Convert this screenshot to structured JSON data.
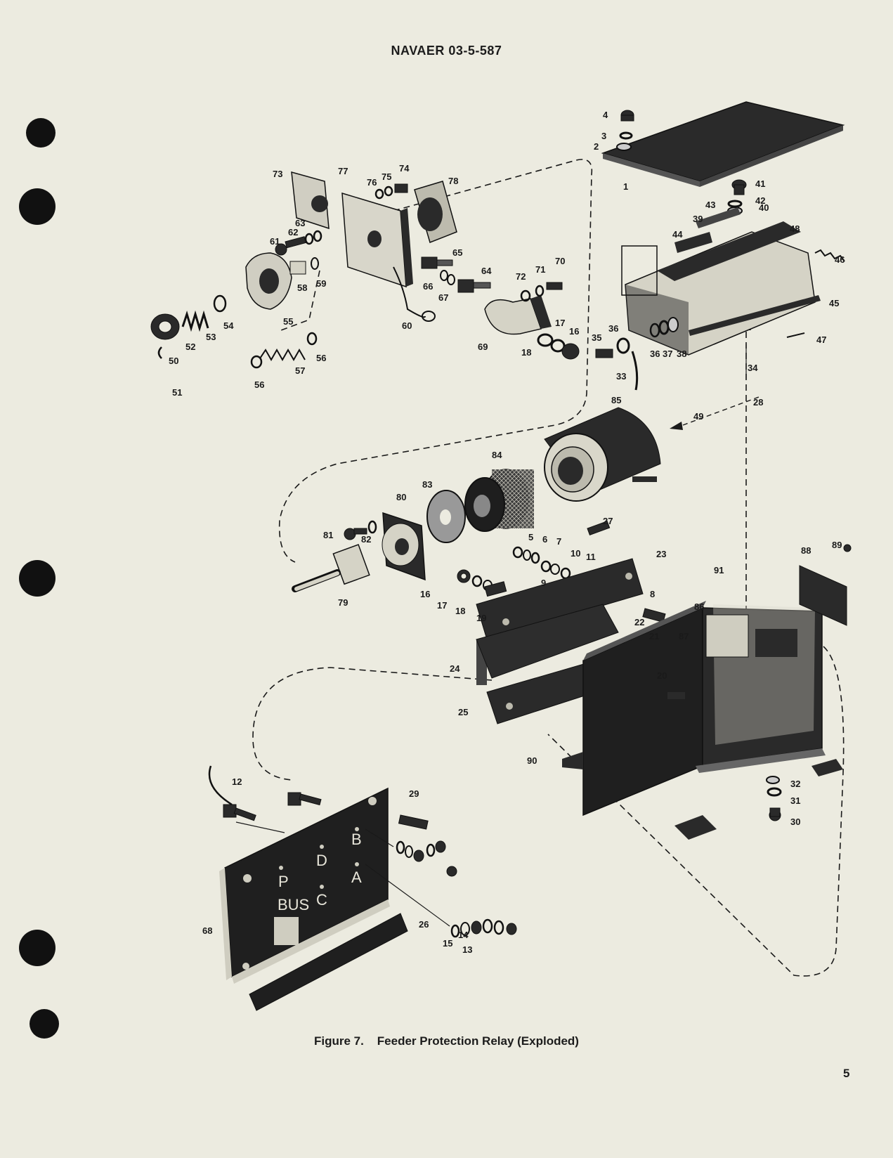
{
  "document": {
    "header": "NAVAER 03-5-587",
    "caption_label": "Figure 7.",
    "caption_title": "Feeder Protection Relay (Exploded)",
    "page_number": "5"
  },
  "terminal_panel": {
    "labels": [
      "B",
      "D",
      "P",
      "A",
      "C",
      "BUS"
    ]
  },
  "callouts": [
    "1",
    "2",
    "3",
    "4",
    "5",
    "6",
    "7",
    "8",
    "9",
    "10",
    "11",
    "12",
    "13",
    "14",
    "15",
    "16",
    "17",
    "18",
    "19",
    "20",
    "21",
    "22",
    "23",
    "24",
    "25",
    "26",
    "27",
    "28",
    "29",
    "30",
    "31",
    "32",
    "33",
    "34",
    "35",
    "36",
    "37",
    "38",
    "39",
    "40",
    "41",
    "42",
    "43",
    "44",
    "45",
    "46",
    "47",
    "48",
    "49",
    "50",
    "51",
    "52",
    "53",
    "54",
    "55",
    "56",
    "57",
    "58",
    "59",
    "60",
    "61",
    "62",
    "63",
    "64",
    "65",
    "66",
    "67",
    "68",
    "69",
    "70",
    "71",
    "72",
    "73",
    "74",
    "75",
    "76",
    "77",
    "78",
    "79",
    "80",
    "81",
    "82",
    "83",
    "84",
    "85",
    "86",
    "87",
    "88",
    "89",
    "90",
    "91"
  ],
  "colors": {
    "paper": "#ecebe0",
    "ink": "#1a1a1a",
    "part_fill": "#2a2a2a",
    "highlight": "#dcdacc"
  }
}
